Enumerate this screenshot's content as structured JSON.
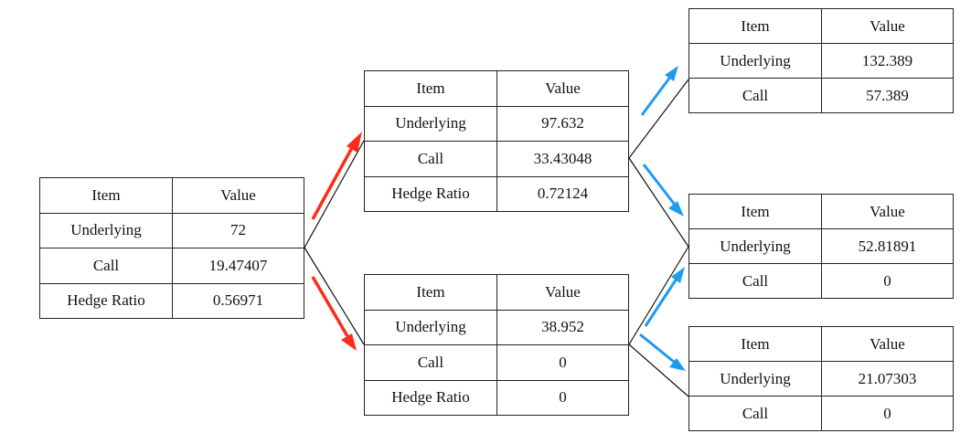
{
  "nodes": [
    {
      "id": "n0",
      "header": [
        "Item",
        "Value"
      ],
      "rows": [
        [
          "Underlying",
          "72"
        ],
        [
          "Call",
          "19.47407"
        ],
        [
          "Hedge Ratio",
          "0.56971"
        ]
      ]
    },
    {
      "id": "n1",
      "header": [
        "Item",
        "Value"
      ],
      "rows": [
        [
          "Underlying",
          "97.632"
        ],
        [
          "Call",
          "33.43048"
        ],
        [
          "Hedge Ratio",
          "0.72124"
        ]
      ]
    },
    {
      "id": "n2",
      "header": [
        "Item",
        "Value"
      ],
      "rows": [
        [
          "Underlying",
          "38.952"
        ],
        [
          "Call",
          "0"
        ],
        [
          "Hedge Ratio",
          "0"
        ]
      ]
    },
    {
      "id": "n3",
      "header": [
        "Item",
        "Value"
      ],
      "rows": [
        [
          "Underlying",
          "132.389"
        ],
        [
          "Call",
          "57.389"
        ]
      ]
    },
    {
      "id": "n4",
      "header": [
        "Item",
        "Value"
      ],
      "rows": [
        [
          "Underlying",
          "52.81891"
        ],
        [
          "Call",
          "0"
        ]
      ]
    },
    {
      "id": "n5",
      "header": [
        "Item",
        "Value"
      ],
      "rows": [
        [
          "Underlying",
          "21.07303"
        ],
        [
          "Call",
          "0"
        ]
      ]
    }
  ],
  "edges": [
    {
      "from": "n0",
      "to": "n1",
      "arrow_color": "#ff2a1a"
    },
    {
      "from": "n0",
      "to": "n2",
      "arrow_color": "#ff2a1a"
    },
    {
      "from": "n1",
      "to": "n3",
      "arrow_color": "#1e9bf0"
    },
    {
      "from": "n1",
      "to": "n4",
      "arrow_color": "#1e9bf0"
    },
    {
      "from": "n2",
      "to": "n4",
      "arrow_color": "#1e9bf0"
    },
    {
      "from": "n2",
      "to": "n5",
      "arrow_color": "#1e9bf0"
    }
  ]
}
